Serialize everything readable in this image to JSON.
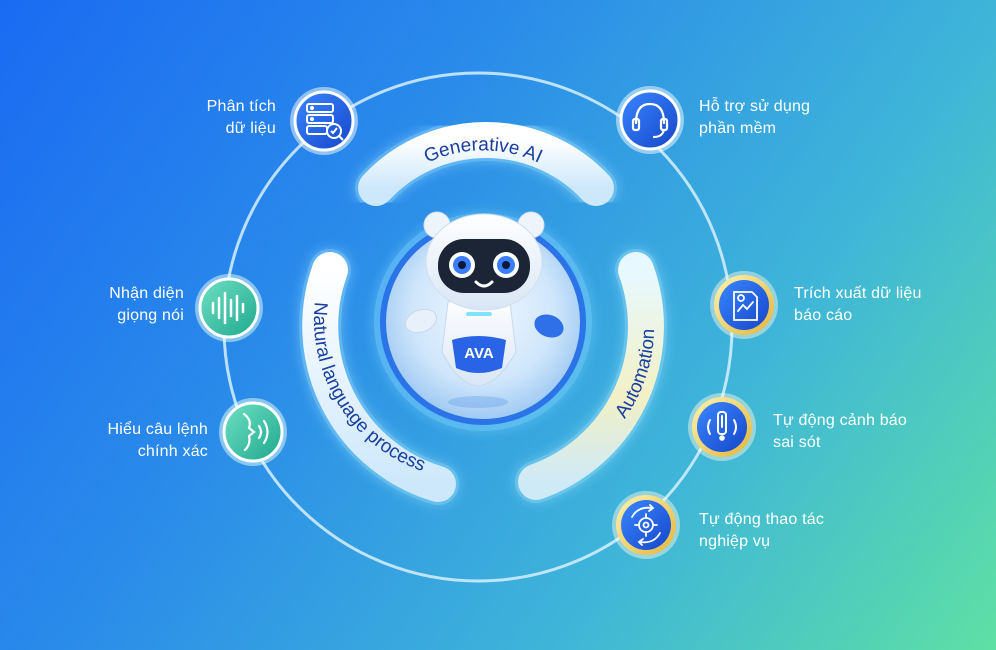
{
  "center": {
    "robot_badge": "AVA",
    "arcs": {
      "top": "Generative AI",
      "left": "Natural language process",
      "right": "Automation"
    }
  },
  "features": {
    "data_analysis": {
      "line1": "Phân tích",
      "line2": "dữ liệu",
      "icon": "database-search-icon"
    },
    "voice_recognition": {
      "line1": "Nhận diện",
      "line2": "giọng nói",
      "icon": "sound-wave-icon"
    },
    "command_understanding": {
      "line1": "Hiểu câu lệnh",
      "line2": "chính xác",
      "icon": "speaking-head-icon"
    },
    "software_support": {
      "line1": "Hỗ trợ sử dụng",
      "line2": "phần mềm",
      "icon": "headset-icon"
    },
    "report_extraction": {
      "line1": "Trích xuất dữ liệu",
      "line2": "báo cáo",
      "icon": "report-chart-icon"
    },
    "error_alert": {
      "line1": "Tự động cảnh báo",
      "line2": "sai sót",
      "icon": "alert-icon"
    },
    "process_automation": {
      "line1": "Tự động thao tác",
      "line2": "nghiệp vụ",
      "icon": "gear-cycle-icon"
    }
  },
  "colors": {
    "icon_blue": "#1f5ee6",
    "icon_green": "#2bbfa0",
    "icon_gold": "#f0c64a",
    "text": "#ffffff",
    "arc_text": "#1a3f9e"
  }
}
